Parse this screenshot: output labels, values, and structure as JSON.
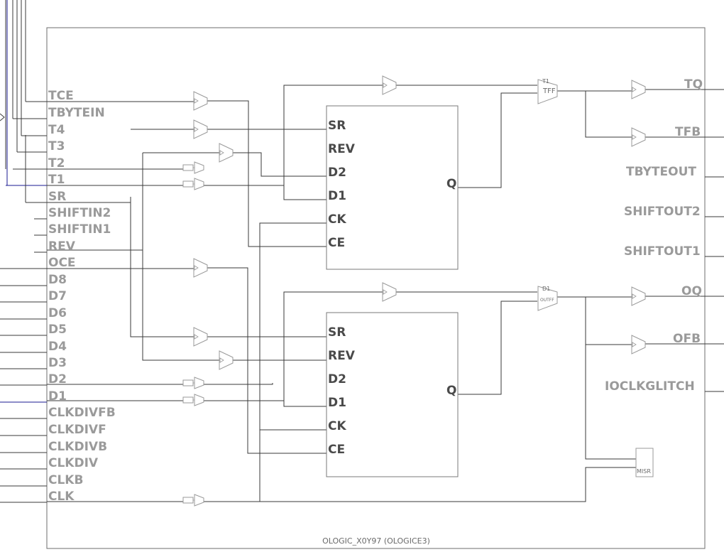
{
  "inputs": [
    "TCE",
    "TBYTEIN",
    "T4",
    "T3",
    "T2",
    "T1",
    "SR",
    "SHIFTIN2",
    "SHIFTIN1",
    "REV",
    "OCE",
    "D8",
    "D7",
    "D6",
    "D5",
    "D4",
    "D3",
    "D2",
    "D1",
    "CLKDIVFB",
    "CLKDIVF",
    "CLKDIVB",
    "CLKDIV",
    "CLKB",
    "CLK"
  ],
  "outputs": [
    "TQ",
    "TFB",
    "TBYTEOUT",
    "SHIFTOUT2",
    "SHIFTOUT1",
    "OQ",
    "OFB",
    "IOCLKGLITCH"
  ],
  "flipflop_pins": [
    "SR",
    "REV",
    "D2",
    "D1",
    "CK",
    "CE"
  ],
  "flipflop_out": "Q",
  "labels": {
    "t_mux_in": "T1",
    "t_mux_name": "TFF",
    "o_mux_in": "D1",
    "o_mux_name": "OUTFF",
    "misr": "MISR",
    "title": "OLOGIC_X0Y97 (OLOGICE3)"
  },
  "colors": {
    "wire": "#3a3a3a",
    "wire_blue": "#1a1a90",
    "pin_text": "#9a9a9a",
    "port_text": "#4a4a4a"
  }
}
